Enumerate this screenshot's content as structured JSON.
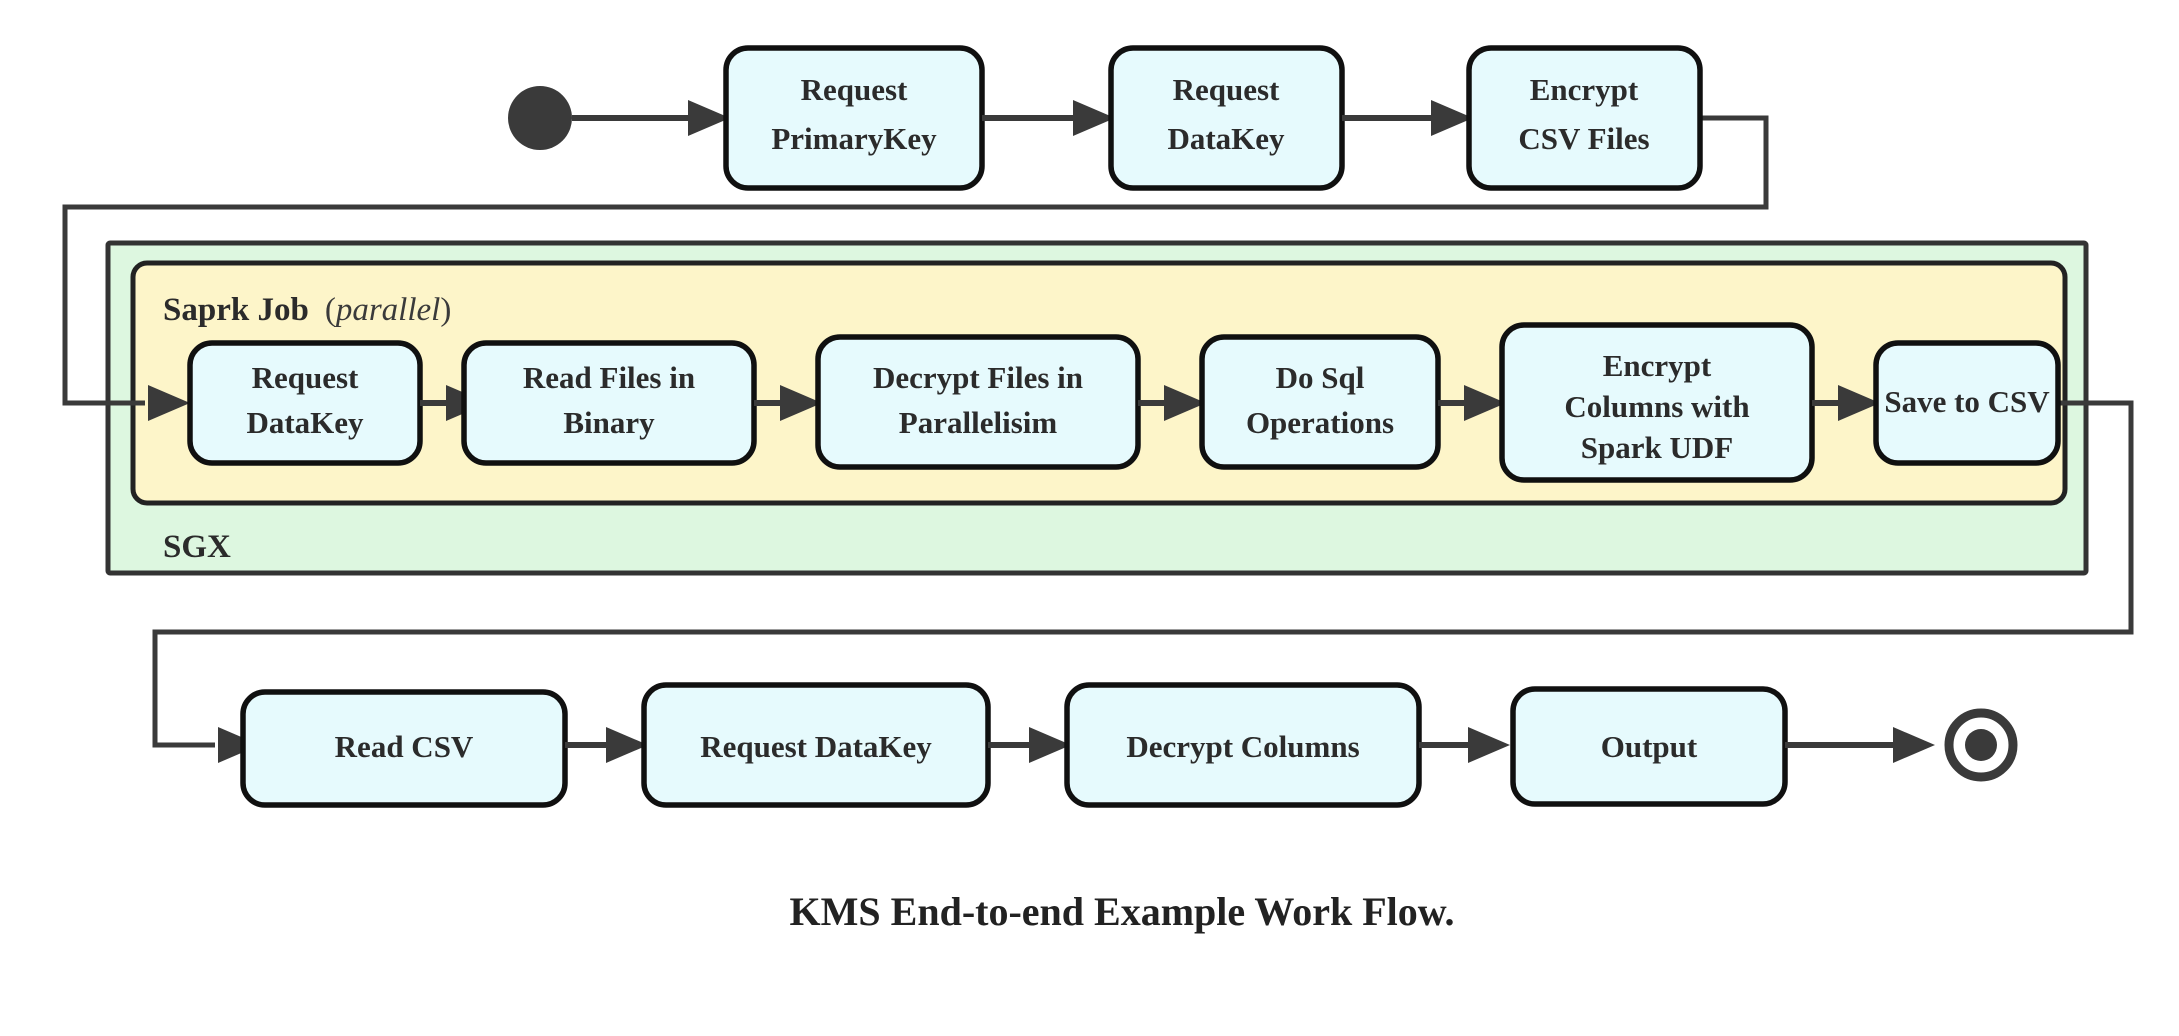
{
  "diagram": {
    "caption": "KMS End-to-end Example Work Flow.",
    "colors": {
      "node_fill": "#e6fafd",
      "node_stroke": "#101010",
      "sgx_fill": "#ddf7e0",
      "spark_fill": "#fdf5c9",
      "line": "#3a3a3a",
      "text": "#2b2b2b",
      "background": "#ffffff"
    },
    "start_node": {
      "name": "start-state",
      "shape": "filled-circle"
    },
    "end_node": {
      "name": "end-state",
      "shape": "bullseye-circle"
    },
    "containers": {
      "sgx": {
        "label": "SGX",
        "label_position": "bottom-left"
      },
      "spark": {
        "label": "Saprk Job",
        "note_open": "(",
        "note": "parallel",
        "note_close": ")",
        "label_position": "top-left"
      }
    },
    "rows": {
      "top": {
        "name": "top-row",
        "nodes": [
          {
            "id": "request-primarykey",
            "lines": [
              "Request",
              "PrimaryKey"
            ]
          },
          {
            "id": "request-datakey-top",
            "lines": [
              "Request",
              "DataKey"
            ]
          },
          {
            "id": "encrypt-csv-files",
            "lines": [
              "Encrypt",
              "CSV Files"
            ]
          }
        ]
      },
      "middle": {
        "name": "spark-row",
        "nodes": [
          {
            "id": "request-datakey-spark",
            "lines": [
              "Request",
              "DataKey"
            ]
          },
          {
            "id": "read-files-in-binary",
            "lines": [
              "Read Files in",
              "Binary"
            ]
          },
          {
            "id": "decrypt-files-in-parallelisim",
            "lines": [
              "Decrypt Files in",
              "Parallelisim"
            ]
          },
          {
            "id": "do-sql-operations",
            "lines": [
              "Do Sql",
              "Operations"
            ]
          },
          {
            "id": "encrypt-columns-with-spark-udf",
            "lines": [
              "Encrypt",
              "Columns with",
              "Spark UDF"
            ]
          },
          {
            "id": "save-to-csv",
            "lines": [
              "Save to CSV"
            ]
          }
        ]
      },
      "bottom": {
        "name": "bottom-row",
        "nodes": [
          {
            "id": "read-csv",
            "lines": [
              "Read CSV"
            ]
          },
          {
            "id": "request-datakey-bottom",
            "lines": [
              "Request DataKey"
            ]
          },
          {
            "id": "decrypt-columns",
            "lines": [
              "Decrypt Columns"
            ]
          },
          {
            "id": "output",
            "lines": [
              "Output"
            ]
          }
        ]
      }
    },
    "flow_sequence": [
      "start",
      "Request PrimaryKey",
      "Request DataKey",
      "Encrypt CSV Files",
      "Request DataKey",
      "Read Files in Binary",
      "Decrypt Files in Parallelisim",
      "Do Sql Operations",
      "Encrypt Columns with Spark UDF",
      "Save to CSV",
      "Read CSV",
      "Request DataKey",
      "Decrypt Columns",
      "Output",
      "end"
    ]
  }
}
